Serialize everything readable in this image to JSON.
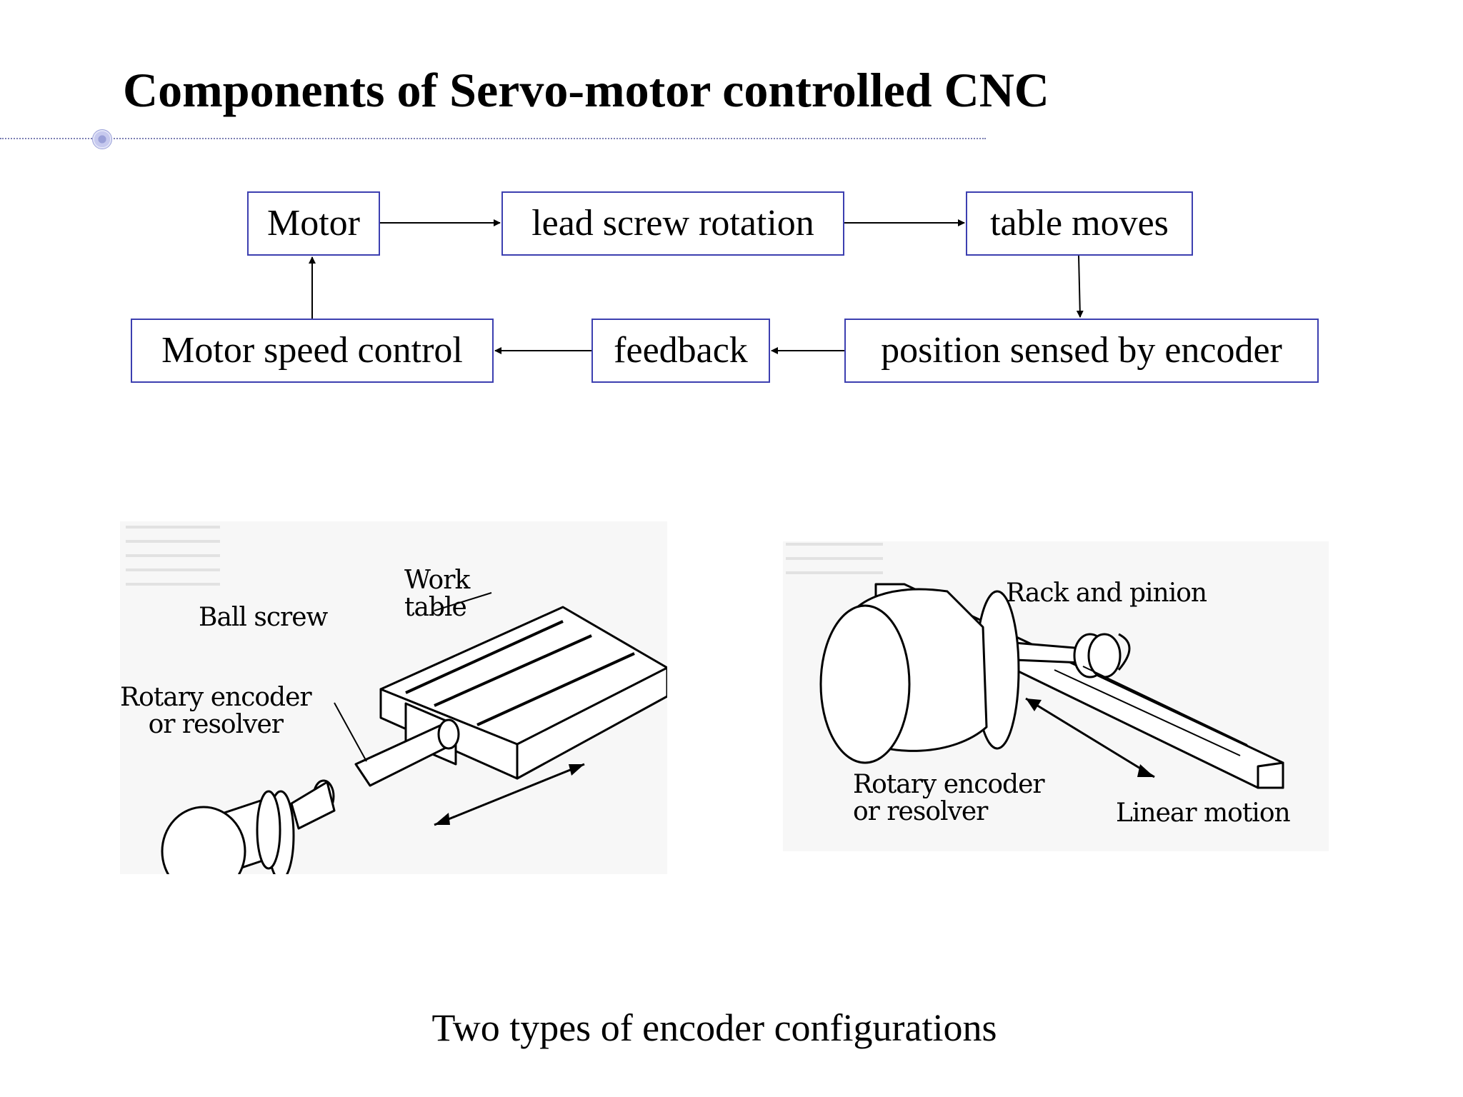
{
  "slide": {
    "title": "Components of Servo-motor controlled CNC",
    "caption": "Two types of encoder configurations"
  },
  "flow": {
    "motor": "Motor",
    "lead_screw": "lead screw rotation",
    "table_moves": "table moves",
    "position": "position sensed by encoder",
    "feedback": "feedback",
    "speed_control": "Motor speed control"
  },
  "figure_left": {
    "work_table": "Work\ntable",
    "ball_screw": "Ball screw",
    "encoder": "Rotary encoder\nor resolver"
  },
  "figure_right": {
    "rack_pinion": "Rack and pinion",
    "encoder": "Rotary encoder\nor resolver",
    "linear_motion": "Linear motion"
  },
  "colors": {
    "box_border": "#3c3fb0",
    "rule": "#7c7fb3"
  }
}
